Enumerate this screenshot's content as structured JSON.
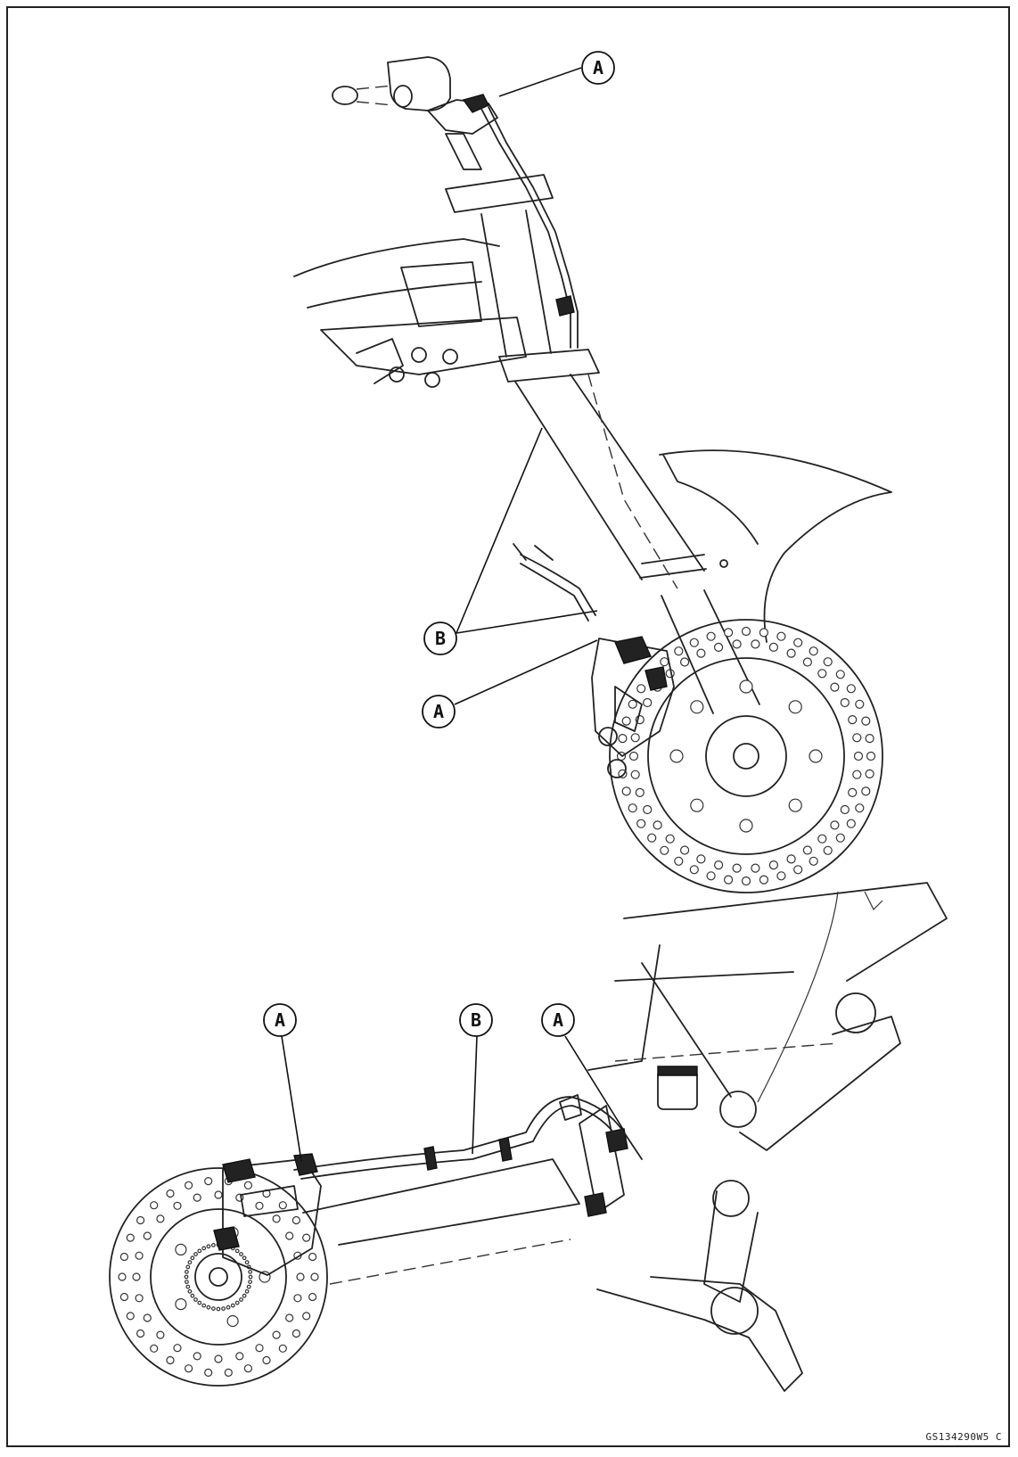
{
  "callouts": {
    "a": "A",
    "b": "B"
  },
  "figure_code": "GS134290W5 C",
  "colors": {
    "ink": "#222222",
    "paper": "#ffffff"
  }
}
